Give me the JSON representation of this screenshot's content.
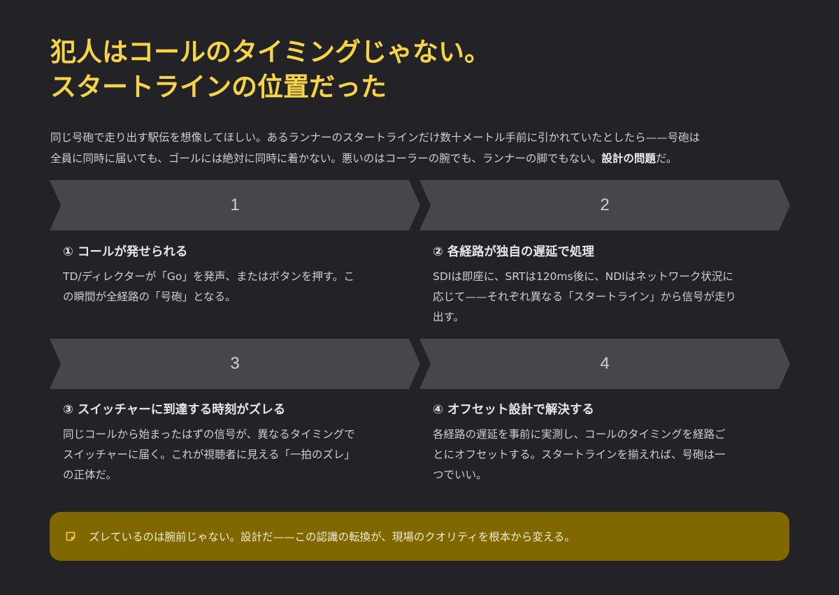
{
  "title": {
    "line1": "犯人はコールのタイミングじゃない。",
    "line2": "スタートラインの位置だった"
  },
  "intro": {
    "line1": "同じ号砲で走り出す駅伝を想像してほしい。あるランナーのスタートラインだけ数十メートル手前に引かれていたとしたら——号砲は",
    "line2_before": "全員に同時に届いても、ゴールには絶対に同時に着かない。悪いのはコーラーの腕でも、ランナーの脚でもない。",
    "line2_bold": "設計の問題",
    "line2_after": "だ。"
  },
  "steps": [
    {
      "number": "1",
      "title": "① コールが発せられる",
      "desc_lines": [
        "TD/ディレクターが「Go」を発声、またはボタンを押す。こ",
        "の瞬間が全経路の「号砲」となる。"
      ]
    },
    {
      "number": "2",
      "title": "② 各経路が独自の遅延で処理",
      "desc_lines": [
        "SDIは即座に、SRTは120ms後に、NDIはネットワーク状況に",
        "応じて——それぞれ異なる「スタートライン」から信号が走り",
        "出す。"
      ]
    },
    {
      "number": "3",
      "title": "③ スイッチャーに到達する時刻がズレる",
      "desc_lines": [
        "同じコールから始まったはずの信号が、異なるタイミングで",
        "スイッチャーに届く。これが視聴者に見える「一拍のズレ」",
        "の正体だ。"
      ]
    },
    {
      "number": "4",
      "title": "④ オフセット設計で解決する",
      "desc_lines": [
        "各経路の遅延を事前に実測し、コールのタイミングを経路ご",
        "とにオフセットする。スタートラインを揃えれば、号砲は一",
        "つでいい。"
      ]
    }
  ],
  "callout": {
    "icon": "note-icon",
    "text": "ズレているのは腕前じゃない。設計だ——この認識の転換が、現場のクオリティを根本から変える。"
  },
  "colors": {
    "background": "#232327",
    "title": "#f5d547",
    "arrow": "#46464b",
    "callout": "#806700"
  }
}
